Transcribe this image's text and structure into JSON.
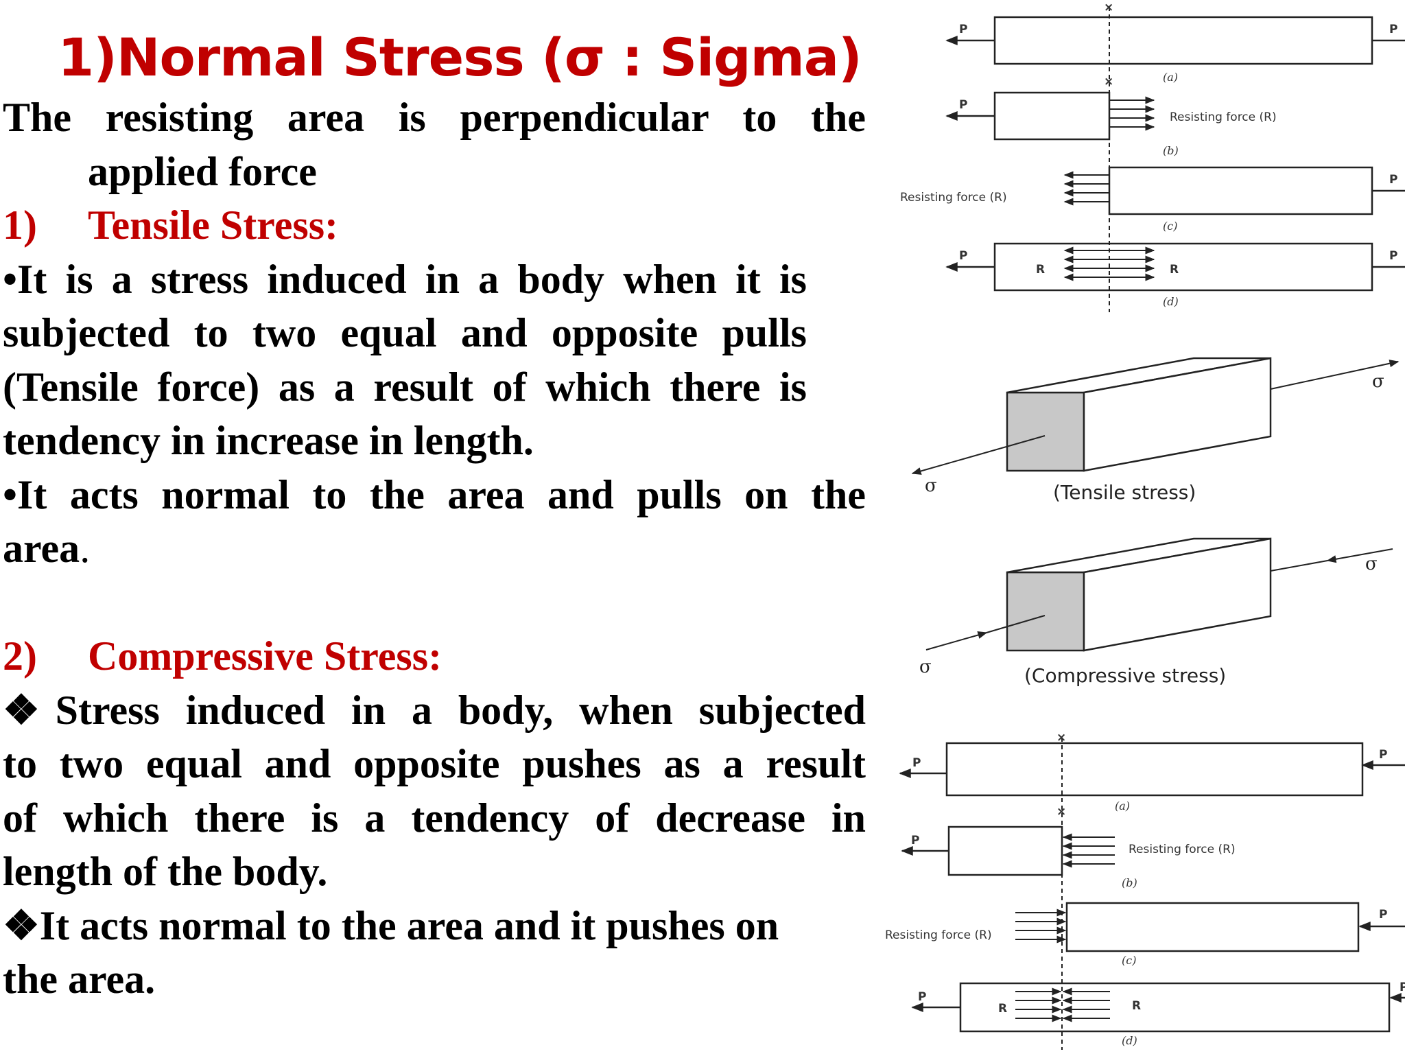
{
  "title": "1)Normal Stress (σ : Sigma)",
  "intro": {
    "line1": "The resisting area is perpendicular to the",
    "line2": "applied force"
  },
  "tensile": {
    "number": "1)",
    "heading": "Tensile Stress:",
    "bullet1": [
      "•It is a stress induced in a body when it is",
      "subjected to two equal and opposite pulls",
      "(Tensile force) as a result of which there is",
      "tendency in increase in length."
    ],
    "bullet2_line1": "•It acts normal to the area and pulls on the",
    "bullet2_line2": "area",
    "bullet2_period": "."
  },
  "compressive": {
    "number": "2)",
    "heading": "Compressive Stress:",
    "bullet1": [
      "❖Stress induced in a body, when subjected",
      "to two equal and opposite pushes as a result",
      "of which there is a tendency of decrease in",
      "length of the body."
    ],
    "bullet2_line1": "❖It acts normal  to the area and it pushes on",
    "bullet2_line2": "the area."
  },
  "figures": {
    "force_label": "P",
    "reaction_label": "R",
    "section_mark": "×",
    "resisting_force": "Resisting force (R)",
    "sub_a": "(a)",
    "sub_b": "(b)",
    "sub_c": "(c)",
    "sub_d": "(d)",
    "sigma": "σ",
    "tensile_caption": "(Tensile stress)",
    "compressive_caption": "(Compressive stress)"
  },
  "colors": {
    "accent": "#c00000",
    "text": "#000000",
    "face_fill": "#c8c8c8"
  }
}
